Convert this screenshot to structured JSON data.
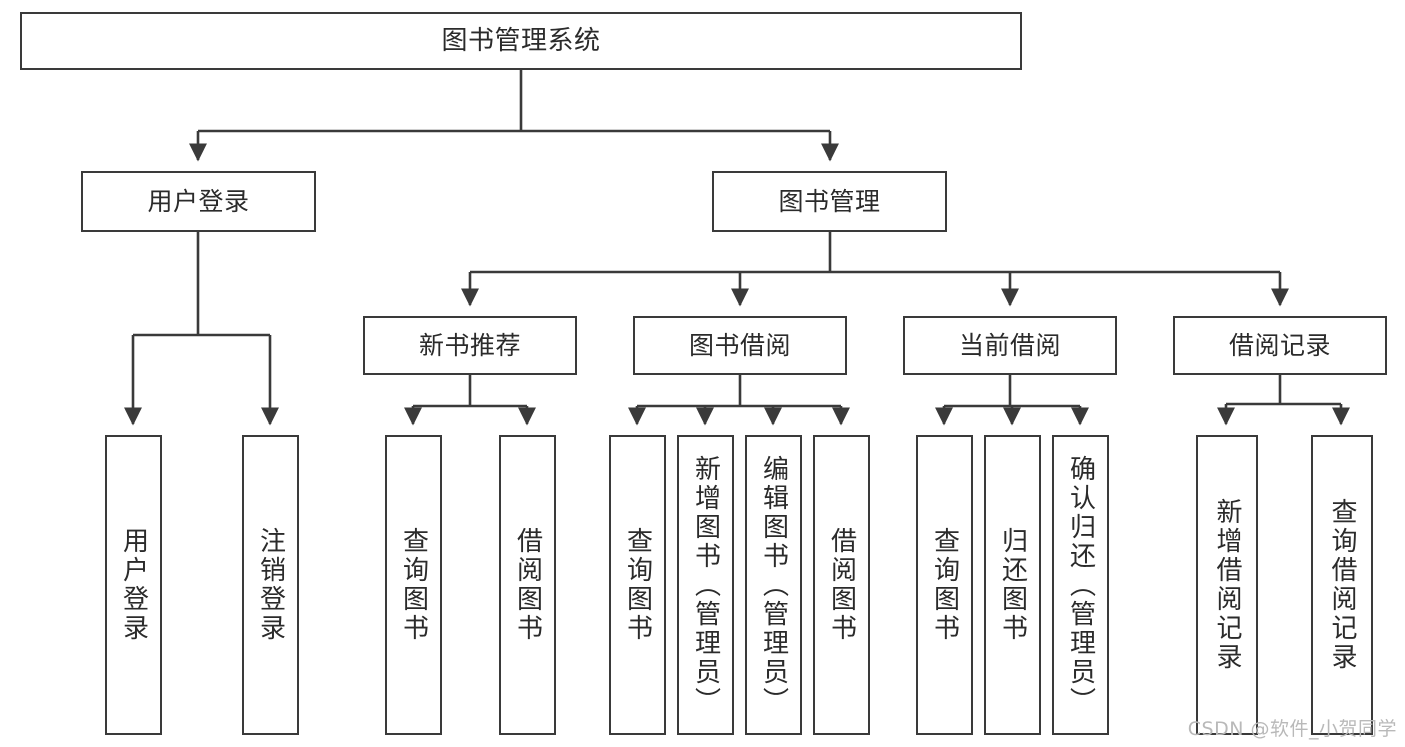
{
  "diagram": {
    "title": "图书管理系统",
    "type": "function-structure-tree",
    "orientation": "top-down",
    "line_color": "#3a3a3a",
    "box_fill": "#ffffff",
    "text_color": "#2b2b2b"
  },
  "root": {
    "label": "图书管理系统"
  },
  "level2": [
    {
      "label": "用户登录"
    },
    {
      "label": "图书管理"
    }
  ],
  "level3": [
    {
      "label": "新书推荐"
    },
    {
      "label": "图书借阅"
    },
    {
      "label": "当前借阅"
    },
    {
      "label": "借阅记录"
    }
  ],
  "leaves": {
    "user_login": [
      {
        "label": "用户登录"
      },
      {
        "label": "注销登录"
      }
    ],
    "new_book_recommend": [
      {
        "label": "查询图书"
      },
      {
        "label": "借阅图书"
      }
    ],
    "book_borrow": [
      {
        "label": "查询图书"
      },
      {
        "label": "新增图书（管理员）"
      },
      {
        "label": "编辑图书（管理员）"
      },
      {
        "label": "借阅图书"
      }
    ],
    "current_borrow": [
      {
        "label": "查询图书"
      },
      {
        "label": "归还图书"
      },
      {
        "label": "确认归还（管理员）"
      }
    ],
    "borrow_record": [
      {
        "label": "新增借阅记录"
      },
      {
        "label": "查询借阅记录"
      }
    ]
  },
  "watermark": {
    "text": "CSDN @软件_小贺同学"
  }
}
